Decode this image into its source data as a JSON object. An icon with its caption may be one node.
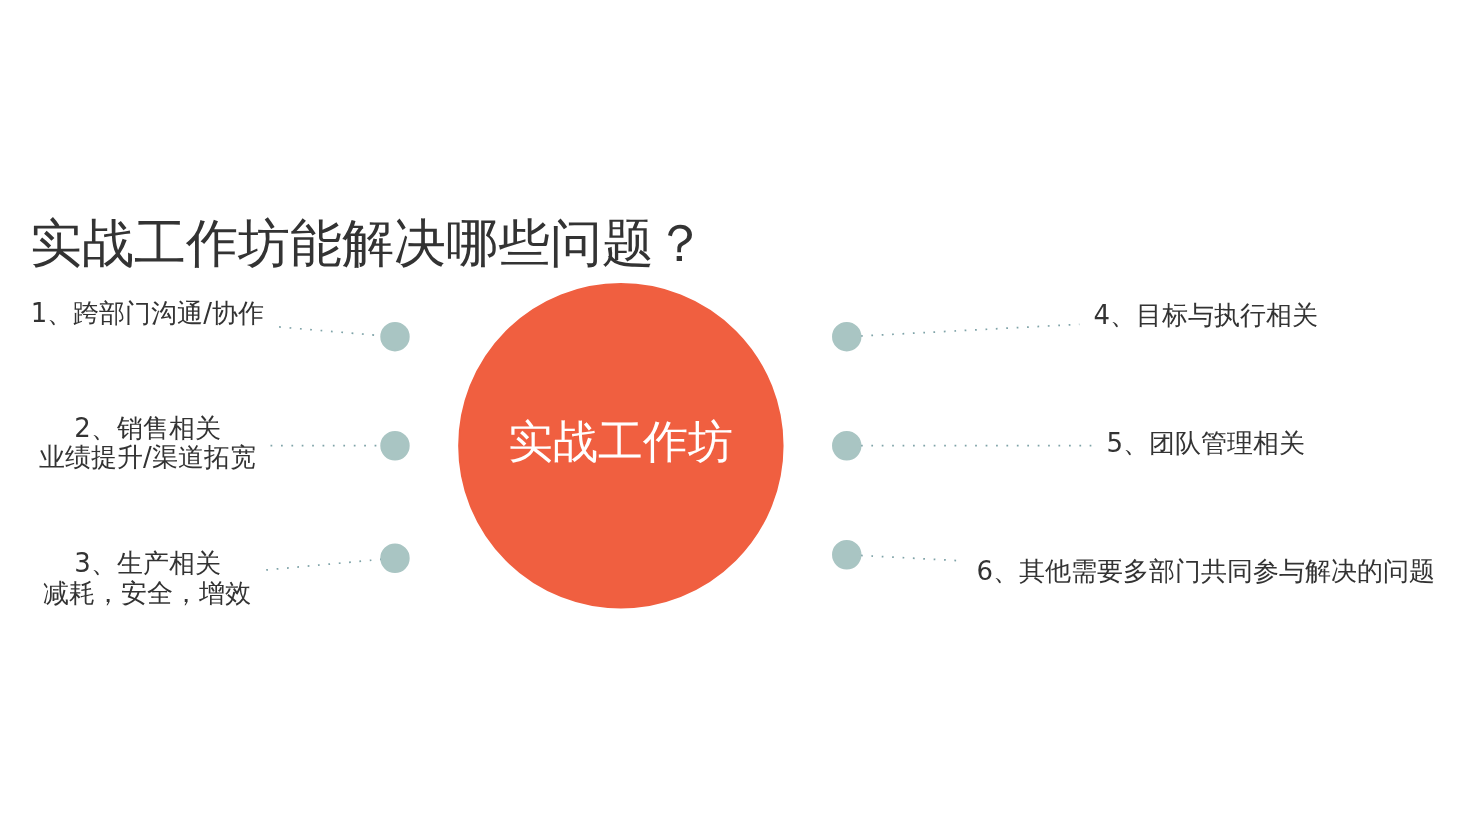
{
  "diagram": {
    "title": "实战工作坊能解决哪些问题？",
    "nodes": [
      {
        "text": [
          "实战工作坊"
        ]
      },
      {
        "text": [
          "1、跨部门沟通/协作"
        ]
      },
      {
        "text": [
          "2、销售相关",
          "业绩提升/渠道拓宽"
        ]
      },
      {
        "text": [
          "3、生产相关",
          "减耗，安全，增效"
        ]
      },
      {
        "text": [
          "4、目标与执行相关"
        ]
      },
      {
        "text": [
          "5、团队管理相关"
        ]
      },
      {
        "text": [
          "6、其他需要多部门共同参与解决的问题"
        ]
      },
      {
        "text": [],
        "shape": "circle"
      },
      {
        "text": [],
        "shape": "circle"
      },
      {
        "text": [],
        "shape": "circle"
      },
      {
        "text": [],
        "shape": "circle"
      },
      {
        "text": [],
        "shape": "circle"
      },
      {
        "text": [],
        "shape": "circle"
      }
    ],
    "edges": [
      {
        "from": 1,
        "to": 7,
        "arrow": "none",
        "style": "dashed"
      },
      {
        "from": 2,
        "to": 8,
        "arrow": "none",
        "style": "dashed"
      },
      {
        "from": 3,
        "to": 9,
        "arrow": "none",
        "style": "dashed"
      },
      {
        "from": 4,
        "to": 10,
        "arrow": "none",
        "style": "dashed"
      },
      {
        "from": 5,
        "to": 11,
        "arrow": "none",
        "style": "dashed"
      },
      {
        "from": 6,
        "to": 12,
        "arrow": "none",
        "style": "dashed"
      }
    ]
  }
}
